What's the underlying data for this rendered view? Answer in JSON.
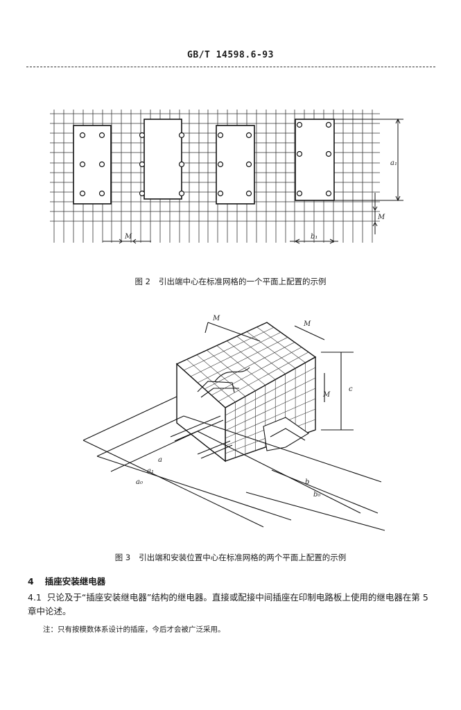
{
  "header": {
    "code": "GB/T 14598.6-93"
  },
  "figure2": {
    "caption_num": "图 2",
    "caption_text": "引出端中心在标准网格的一个平面上配置的示例",
    "labels": {
      "a1": "a₁",
      "m_right": "M",
      "m_bottom": "M",
      "b1": "b₁"
    }
  },
  "figure3": {
    "caption_num": "图 3",
    "caption_text": "引出端和安装位置中心在标准网格的两个平面上配置的示例",
    "labels": {
      "m_top_left": "M",
      "m_top_right": "M",
      "m_side": "M",
      "c": "c",
      "a": "a",
      "a1": "a₁",
      "a0": "a₀",
      "b": "b",
      "b0": "b₀"
    }
  },
  "section4": {
    "number": "4",
    "title": "插座安装继电器"
  },
  "para41": {
    "number": "4.1",
    "text": "只论及于“插座安装继电器”结构的继电器。直接或配接中间插座在印制电路板上使用的继电器在第 5 章中论述。"
  },
  "note": {
    "text": "注：只有按模数体系设计的插座，今后才会被广泛采用。"
  }
}
